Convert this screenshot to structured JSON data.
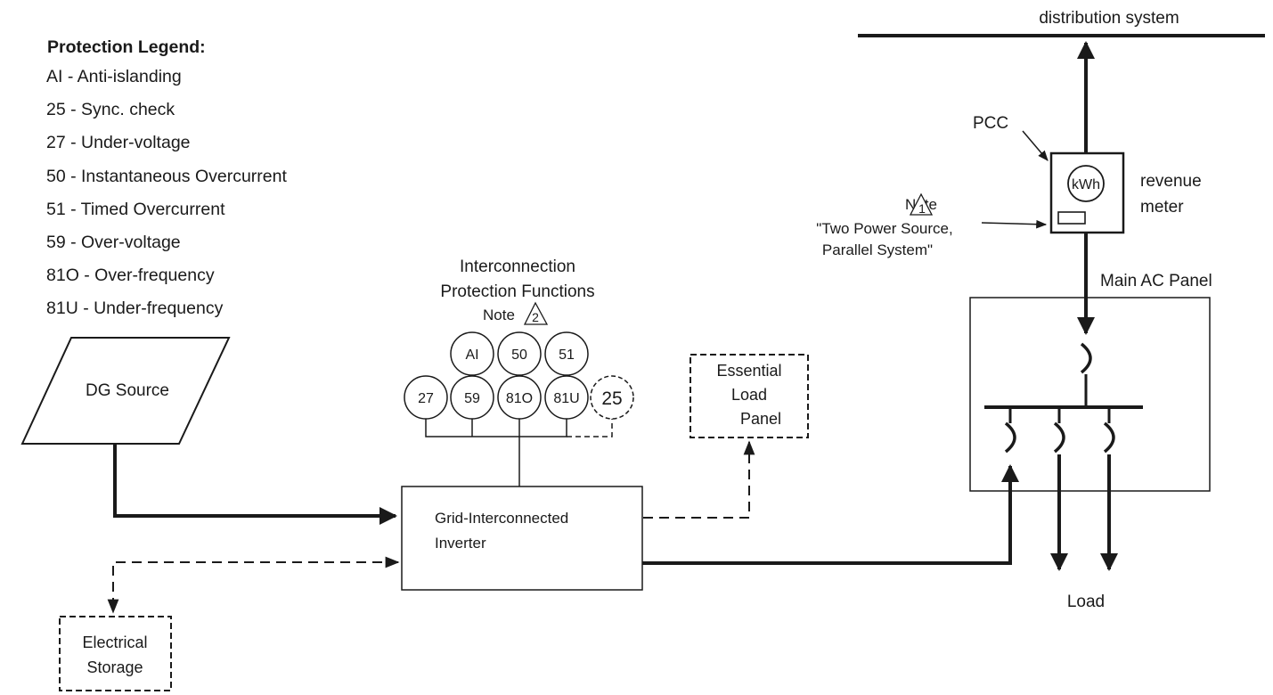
{
  "legend": {
    "title": "Protection Legend:",
    "items": [
      "AI - Anti-islanding",
      "25 - Sync. check",
      "27 - Under-voltage",
      "50 - Instantaneous Overcurrent",
      "51 - Timed Overcurrent",
      "59 - Over-voltage",
      "81O - Over-frequency",
      "81U - Under-frequency"
    ]
  },
  "labels": {
    "distribution": "distribution system",
    "pcc": "PCC",
    "kwh": "kWh",
    "revenue_meter_1": "revenue",
    "revenue_meter_2": "meter",
    "note1_word": "Note",
    "note1_num": "1",
    "note1_line1": "\"Two Power Source,",
    "note1_line2": "Parallel System\"",
    "main_ac_panel": "Main AC Panel",
    "load": "Load",
    "protection_1": "Interconnection",
    "protection_2": "Protection Functions",
    "note2_word": "Note",
    "note2_num": "2",
    "dg_source": "DG Source",
    "inverter_1": "Grid-Interconnected",
    "inverter_2": "Inverter",
    "essential_1": "Essential",
    "essential_2": "Load",
    "essential_3": "Panel",
    "storage_1": "Electrical",
    "storage_2": "Storage"
  },
  "relays": {
    "top": [
      "AI",
      "50",
      "51"
    ],
    "bottom": [
      "27",
      "59",
      "81O",
      "81U"
    ],
    "optional": "25"
  },
  "colors": {
    "line": "#1a1a1a",
    "background": "#ffffff"
  }
}
